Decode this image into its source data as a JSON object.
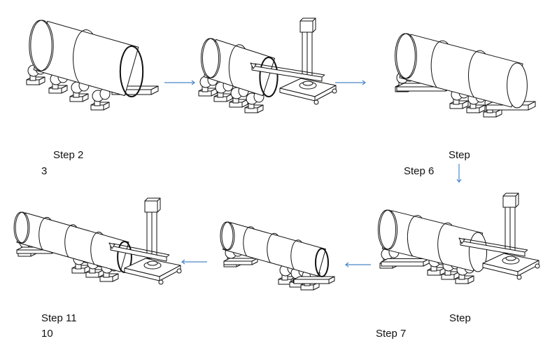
{
  "diagram": {
    "title": "Pipe welding process steps",
    "arrow_color": "#4a86c8",
    "steps": [
      {
        "id": "panel-1",
        "description": "Pipe section on four roller stands",
        "segments": 2,
        "has_welder": false
      },
      {
        "id": "panel-2",
        "description": "Column-and-boom welder at pipe end",
        "segments": 2,
        "has_welder": true
      },
      {
        "id": "panel-3",
        "description": "Three-section pipe on supports",
        "segments": 3,
        "has_welder": false
      },
      {
        "id": "panel-4",
        "description": "Column-and-boom welder on three-section pipe",
        "segments": 3,
        "has_welder": true
      },
      {
        "id": "panel-5",
        "description": "Four-section pipe on supports",
        "segments": 4,
        "has_welder": false
      },
      {
        "id": "panel-6",
        "description": "Column-and-boom welder on four-section pipe",
        "segments": 4,
        "has_welder": true
      }
    ],
    "labels": [
      {
        "id": "label-step-2",
        "text": "Step 2"
      },
      {
        "id": "label-3",
        "text": "3"
      },
      {
        "id": "label-step-top-right",
        "text": "Step"
      },
      {
        "id": "label-step-6",
        "text": "Step 6"
      },
      {
        "id": "label-step-11",
        "text": "Step 11"
      },
      {
        "id": "label-10",
        "text": "10"
      },
      {
        "id": "label-step-bottom-right",
        "text": "Step"
      },
      {
        "id": "label-step-7",
        "text": "Step 7"
      }
    ],
    "arrows": [
      {
        "id": "arrow-1-to-2",
        "direction": "right"
      },
      {
        "id": "arrow-2-to-3",
        "direction": "right"
      },
      {
        "id": "arrow-3-to-4",
        "direction": "down"
      },
      {
        "id": "arrow-4-to-5",
        "direction": "left"
      },
      {
        "id": "arrow-5-to-6",
        "direction": "left"
      }
    ]
  }
}
